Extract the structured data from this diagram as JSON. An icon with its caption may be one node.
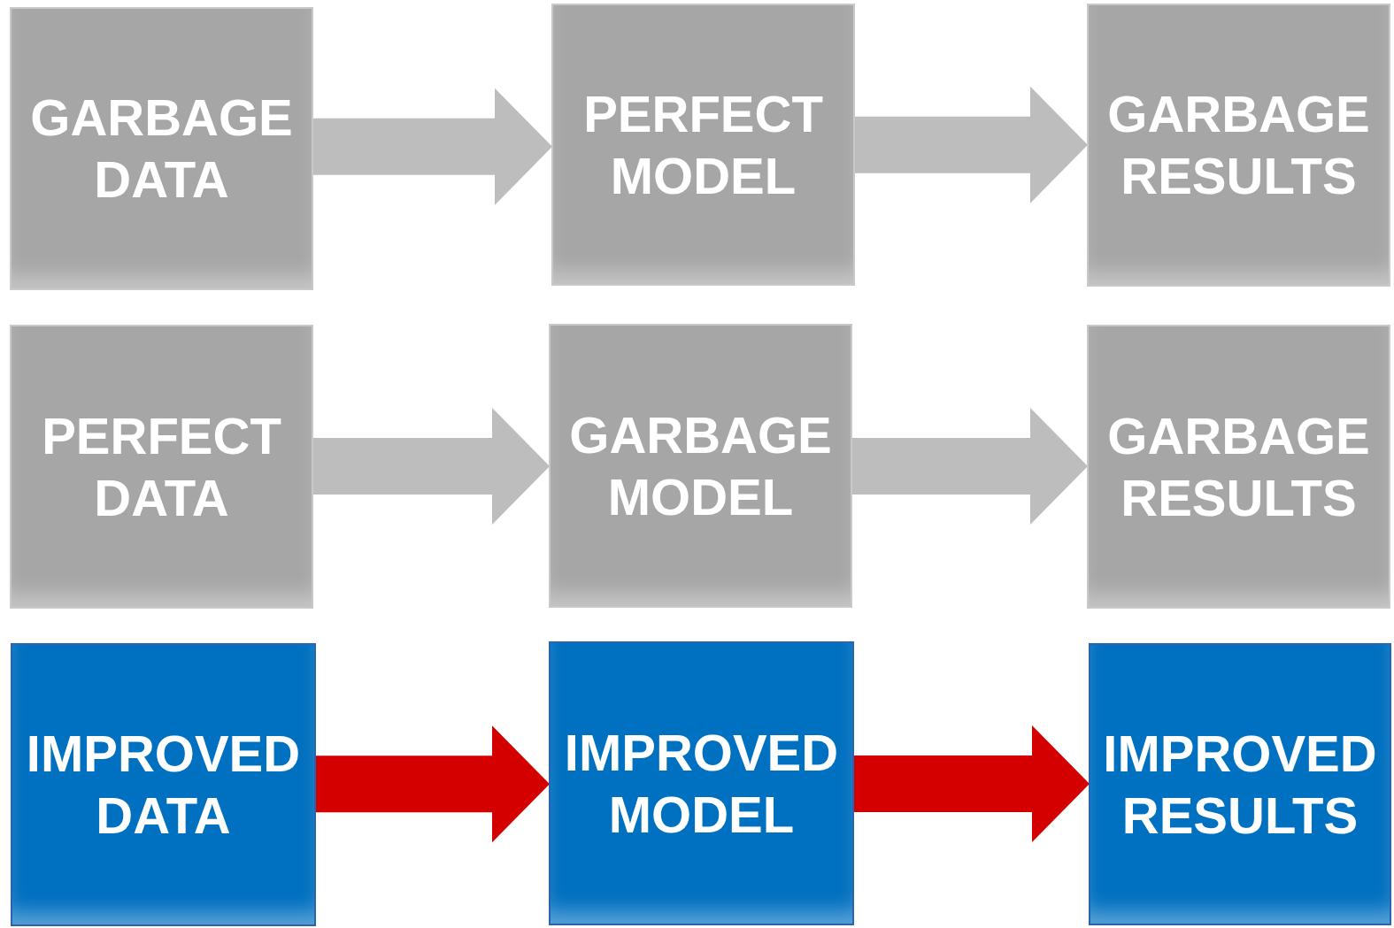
{
  "diagram": {
    "nodes": [
      {
        "text": [
          "GARBAGE DATA"
        ]
      },
      {
        "text": [
          "PERFECT MODEL"
        ]
      },
      {
        "text": [
          "GARBAGE RESULTS"
        ]
      },
      {
        "text": [
          "PERFECT DATA"
        ]
      },
      {
        "text": [
          "GARBAGE MODEL"
        ]
      },
      {
        "text": [
          "GARBAGE RESULTS"
        ]
      },
      {
        "text": [
          "IMPROVED DATA"
        ]
      },
      {
        "text": [
          "IMPROVED MODEL"
        ]
      },
      {
        "text": [
          "IMPROVED RESULTS"
        ]
      }
    ],
    "edges": [
      {
        "from": 0,
        "to": 1,
        "arrow": "to"
      },
      {
        "from": 1,
        "to": 2,
        "arrow": "to"
      },
      {
        "from": 3,
        "to": 4,
        "arrow": "to"
      },
      {
        "from": 4,
        "to": 5,
        "arrow": "to"
      },
      {
        "from": 6,
        "to": 7,
        "arrow": "to",
        "color": "#d40000"
      },
      {
        "from": 7,
        "to": 8,
        "arrow": "to",
        "color": "#d40000"
      }
    ]
  }
}
